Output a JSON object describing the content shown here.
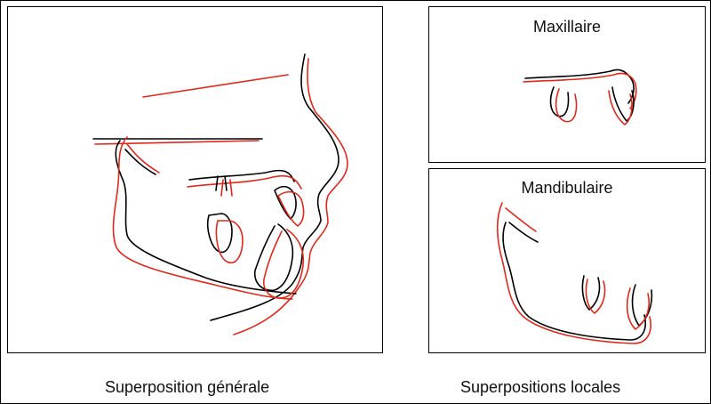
{
  "panels": {
    "general": {
      "caption": "Superposition générale"
    },
    "maxillaire": {
      "title": "Maxillaire"
    },
    "mandibulaire": {
      "title": "Mandibulaire"
    },
    "local_caption": "Superpositions locales"
  },
  "colors": {
    "before": "#000000",
    "after": "#e0281b"
  }
}
